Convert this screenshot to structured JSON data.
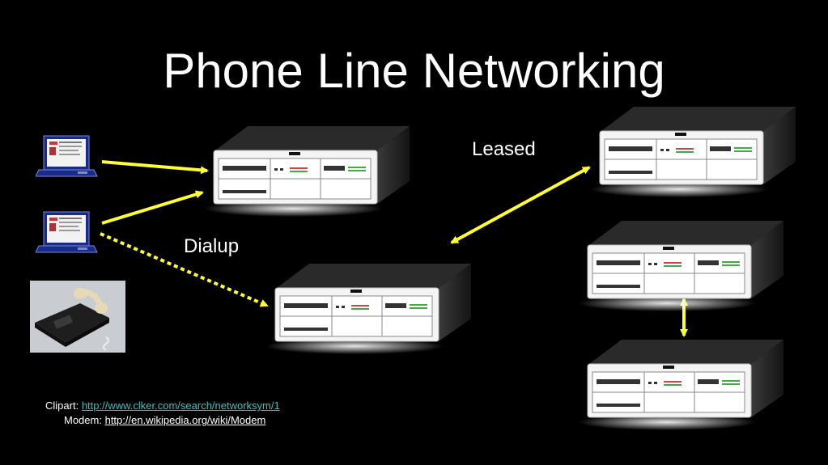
{
  "slide": {
    "title": "Phone Line Networking"
  },
  "labels": {
    "leased": "Leased",
    "dialup": "Dialup"
  },
  "credits": {
    "clipart_prefix": "Clipart:",
    "clipart_url": "http://www.clker.com/search/networksym/1",
    "modem_prefix": "Modem:",
    "modem_url": "http://en.wikipedia.org/wiki/Modem"
  },
  "colors": {
    "background": "#000000",
    "arrow": "#ffff33",
    "link_teal": "#3cc0c0"
  }
}
